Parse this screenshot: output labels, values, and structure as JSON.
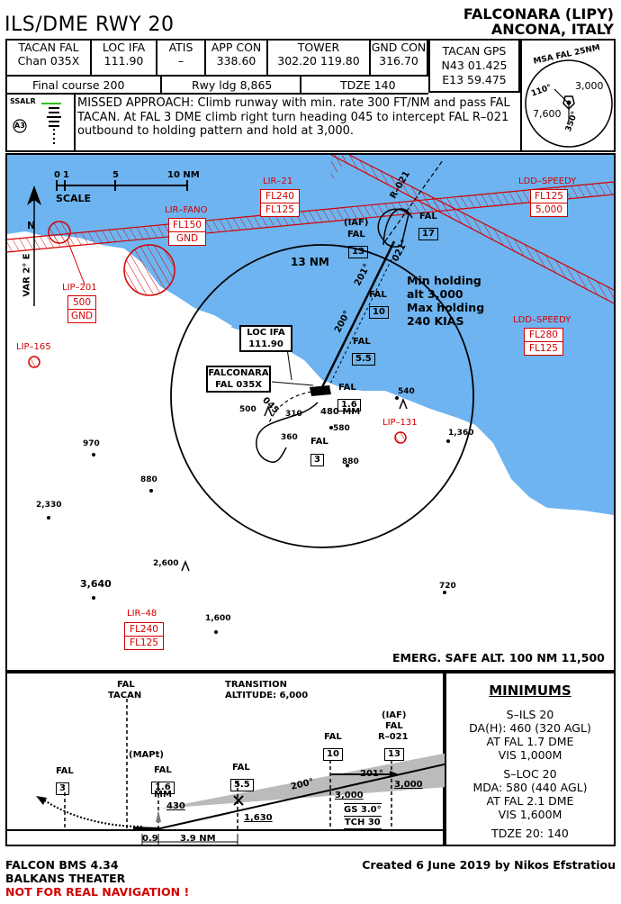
{
  "header": {
    "procedure": "ILS/DME RWY 20",
    "airport": "FALCONARA (LIPY)",
    "location": "ANCONA, ITALY"
  },
  "freqs": [
    {
      "label": "TACAN FAL",
      "value": "Chan 035X"
    },
    {
      "label": "LOC IFA",
      "value": "111.90"
    },
    {
      "label": "ATIS",
      "value": "–"
    },
    {
      "label": "APP CON",
      "value": "338.60"
    },
    {
      "label": "TOWER",
      "value": "302.20 119.80"
    },
    {
      "label": "GND CON",
      "value": "316.70"
    }
  ],
  "gps": {
    "label": "TACAN GPS",
    "lat": "N43 01.425",
    "lon": "E13 59.475"
  },
  "row2": {
    "final_course": "Final course 200",
    "rwy_ldg": "Rwy ldg 8,865",
    "tdze": "TDZE 140"
  },
  "missed": {
    "lighting": "SSALR",
    "lighting_code": "A3",
    "text": "MISSED APPROACH: Climb runway with min. rate 300 FT/NM and pass FAL TACAN. At FAL 3 DME climb right turn heading 045 to intercept FAL R–021 outbound to holding pattern and hold at 3,000."
  },
  "msa": {
    "title": "MSA  FAL  25NM",
    "north_alt": "3,000",
    "west_alt": "7,600",
    "r1": "110°",
    "r2": "350°"
  },
  "plan": {
    "scale_label": "SCALE",
    "scale_ticks": [
      "0",
      "1",
      "5",
      "10 NM"
    ],
    "var": "VAR 2° E",
    "north": "N",
    "ring_label": "13 NM",
    "hold_title_1": "Min holding",
    "hold_title_2": "alt 3,000",
    "hold_title_3": "Max holding",
    "hold_title_4": "240 KIAS",
    "iaf": "(IAF)",
    "fal": "FAL",
    "fix13": "13",
    "fix17": "17",
    "fix10": "10",
    "fix55": "5.5",
    "fix16": "1.6",
    "fix3": "3",
    "mm": "480 MM",
    "radial": "R–021",
    "crs200": "200°",
    "crs201": "201°",
    "crs021": "021°",
    "crs045": "045",
    "loc_box_1": "LOC IFA",
    "loc_box_2": "111.90",
    "tac_box_1": "FALCONARA",
    "tac_box_2": "FAL 035X",
    "emerg": "EMERG. SAFE ALT. 100 NM 11,500",
    "elevations": [
      "540",
      "500",
      "310",
      "360",
      "580",
      "880",
      "970",
      "880",
      "2,330",
      "1,360",
      "2,600",
      "3,640",
      "720",
      "1,600"
    ],
    "restricted": [
      {
        "name": "LIR–21",
        "top": "FL240",
        "bot": "FL125"
      },
      {
        "name": "LIR–FANO",
        "top": "FL150",
        "bot": "GND"
      },
      {
        "name": "LIP–201",
        "top": "500",
        "bot": "GND"
      },
      {
        "name": "LDD–SPEEDY",
        "top": "FL125",
        "bot": "5,000"
      },
      {
        "name": "LDD–SPEEDY",
        "top": "FL280",
        "bot": "FL125"
      },
      {
        "name": "LIR–48",
        "top": "FL240",
        "bot": "FL125"
      },
      {
        "name": "LIP–165"
      },
      {
        "name": "LIP–131"
      }
    ]
  },
  "profile": {
    "fal_tacan_1": "FAL",
    "fal_tacan_2": "TACAN",
    "transition_1": "TRANSITION",
    "transition_2": "ALTITUDE: 6,000",
    "mapt": "(MAPt)",
    "fal": "FAL",
    "fix3": "3",
    "fix16": "1.6",
    "mm": "MM",
    "alt430": "430",
    "fix55": "5.5",
    "alt1630": "1,630",
    "fix10": "10",
    "iaf": "(IAF)",
    "r021": "R–021",
    "fix13": "13",
    "alt3000a": "3,000",
    "alt3000b": "3,000",
    "crs200": "200°",
    "crs201": "201°",
    "gs": "GS 3.0°",
    "tch": "TCH 30",
    "d09": "0.9",
    "d39": "3.9 NM"
  },
  "minimums": {
    "title": "MINIMUMS",
    "ils_title": "S–ILS 20",
    "ils_dh": "DA(H):  460 (320 AGL)",
    "ils_at": "AT FAL 1.7 DME",
    "ils_vis": "VIS 1,000M",
    "loc_title": "S–LOC 20",
    "loc_mda": "MDA:  580 (440 AGL)",
    "loc_at": "AT FAL 2.1 DME",
    "loc_vis": "VIS 1,600M",
    "tdze": "TDZE 20:  140"
  },
  "footer": {
    "sim": "FALCON BMS 4.34",
    "theater": "BALKANS THEATER",
    "warning": "NOT FOR REAL NAVIGATION !",
    "credit": "Created  6  June  2019  by  Nikos  Efstratiou"
  },
  "colors": {
    "sea": "#6eb4f0",
    "restricted": "#d40000",
    "ink": "#000000"
  }
}
